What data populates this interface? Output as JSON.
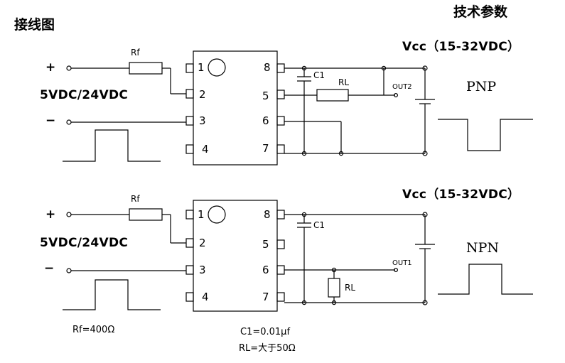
{
  "page": {
    "title": "接线图",
    "tech_params": "技术参数"
  },
  "top": {
    "plus": "+",
    "minus": "−",
    "input_voltage": "5VDC/24VDC",
    "rf_label": "Rf",
    "vcc": "Vcc（15-32VDC）",
    "c1": "C1",
    "rl": "RL",
    "out": "OUT2",
    "type": "PNP",
    "pins_left": [
      "1",
      "2",
      "3",
      "4"
    ],
    "pins_right": [
      "8",
      "5",
      "6",
      "7"
    ]
  },
  "bottom": {
    "plus": "+",
    "minus": "−",
    "input_voltage": "5VDC/24VDC",
    "rf_label": "Rf",
    "vcc": "Vcc（15-32VDC）",
    "c1": "C1",
    "rl": "RL",
    "out": "OUT1",
    "type": "NPN",
    "pins_left": [
      "1",
      "2",
      "3",
      "4"
    ],
    "pins_right": [
      "8",
      "5",
      "6",
      "7"
    ]
  },
  "notes": {
    "rf_value": "Rf=400Ω",
    "c1_value": "C1=0.01μf",
    "rl_value": "RL=大于50Ω"
  },
  "colors": {
    "ink": "#000000",
    "background": "#ffffff"
  }
}
